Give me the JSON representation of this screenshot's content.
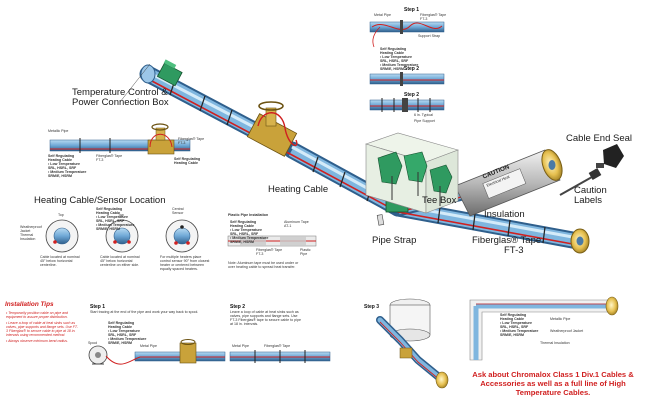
{
  "labels": {
    "temp_control": "Temperature Control &",
    "power_box": "Power Connection Box",
    "heating_cable": "Heating Cable",
    "tee_box": "Tee Box",
    "pipe_strap": "Pipe Strap",
    "insulation": "Insulation",
    "caution_labels": "Caution\nLabels",
    "cable_end_seal": "Cable End Seal",
    "fiberglas_tape": "Fiberglas® Tape",
    "ft3": "FT-3",
    "hc_sensor_location": "Heating Cable/Sensor Location"
  },
  "caution_sign": {
    "word": "CAUTION",
    "sub": "Electrical Heat"
  },
  "small": {
    "metallic_pipe": "Metallic Pipe",
    "fiberglas_tape_ft3": "Fiberglas® Tape\nFT-3",
    "srhc_block": "Self Regulating\nHeating Cable\n• Low Temperature\n  SRL, HSRL, SRF\n• Medium Temperature\n  SRM/E, HSRM",
    "srhc_short": "Self Regulating\nHeating Cable",
    "weatherproof": "Weatherproof\nJacket\nThermal\nInsulation",
    "top": "Top",
    "central_sensor": "Central\nSensor",
    "sensor_note_1": "Cable located at nominal\n45° below horizontal\ncenterline.",
    "sensor_note_2": "Cable located at nominal\n45° below horizontal\ncenterline on either side.",
    "sensor_note_3": "For multiple heaters place\ncontrol sensor 90° from closest\nheater or centered between\nequally spaced heaters.",
    "plastic_pipe": "Plastic Pipe Installation",
    "aluminum_tape": "Aluminum Tape\nAT-1",
    "plastic_pipe_lbl": "Plastic\nPipe",
    "plastic_note": "Note: Aluminum tape must be used under or\nover heating cable to spread heat transfer.",
    "step1_note": "Start tracing at the end of the pipe and work your way back to spool.",
    "step2_note": "Leave a loop of cable at heat sinks such as\nvalves, pipe supports and flange sets. Use\nFT-3 Fiberglas® tape to secure cable to pipe\nat 18 in. intervals.",
    "spool": "Spool",
    "metal_pipe": "Metal Pipe",
    "fiberglas_tape": "Fiberglas® Tape",
    "support_strap": "Support Strap",
    "tape_typical": "6 in. Typical",
    "pipe_support": "Pipe Support",
    "thermal_insulation": "Thermal Insulation",
    "weatherproof_jacket": "Weatherproof Jacket"
  },
  "steps": {
    "s1": "Step 1",
    "s2": "Step 2",
    "s3": "Step 3"
  },
  "tips": {
    "title": "Installation Tips",
    "items": [
      "• Temporarily position cable on pipe and equipment to assure proper distribution.",
      "• Leave a loop of cable at heat sinks such as valves, pipe supports and flange sets. Use FT-3 Fiberglas® to secure cable to pipe at 18 in. intervals using recommended method.",
      "• Always observe minimum bend radius."
    ]
  },
  "promo": "Ask about Chromalox Class 1 Div.1 Cables & Accessories as well as a full line of High Temperature Cables.",
  "colors": {
    "pipe": "#6fa8d6",
    "pipe_dark": "#3f6f9c",
    "cable": "#d02020",
    "box_green": "#2f9a60",
    "tape": "#e8c04a",
    "text_red": "#d02020"
  }
}
